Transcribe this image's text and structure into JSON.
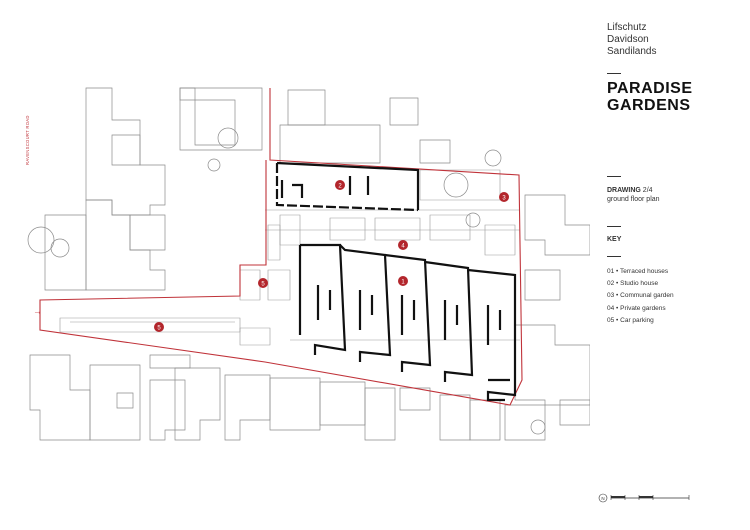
{
  "firm": {
    "line1": "Lifschutz",
    "line2": "Davidson",
    "line3": "Sandilands"
  },
  "title": {
    "line1": "PARADISE",
    "line2": "GARDENS"
  },
  "drawing": {
    "label": "DRAWING",
    "number": "2/4",
    "description": "ground floor plan"
  },
  "key": {
    "heading": "KEY",
    "items": [
      {
        "num": "01",
        "bullet": "•",
        "label": "Terraced houses"
      },
      {
        "num": "02",
        "bullet": "•",
        "label": "Studio house"
      },
      {
        "num": "03",
        "bullet": "•",
        "label": "Communal garden"
      },
      {
        "num": "04",
        "bullet": "•",
        "label": "Private gardens"
      },
      {
        "num": "05",
        "bullet": "•",
        "label": "Car parking"
      }
    ]
  },
  "plan": {
    "road_label": "RAVENSCOURT ROAD",
    "entrance_arrow": "→",
    "markers": [
      "1",
      "2",
      "3",
      "4",
      "5",
      "5"
    ]
  },
  "north_label": "N",
  "colors": {
    "site_boundary": "#c0333a",
    "marker": "#b3262c",
    "walls": "#111111",
    "context": "#7a7a7a"
  }
}
